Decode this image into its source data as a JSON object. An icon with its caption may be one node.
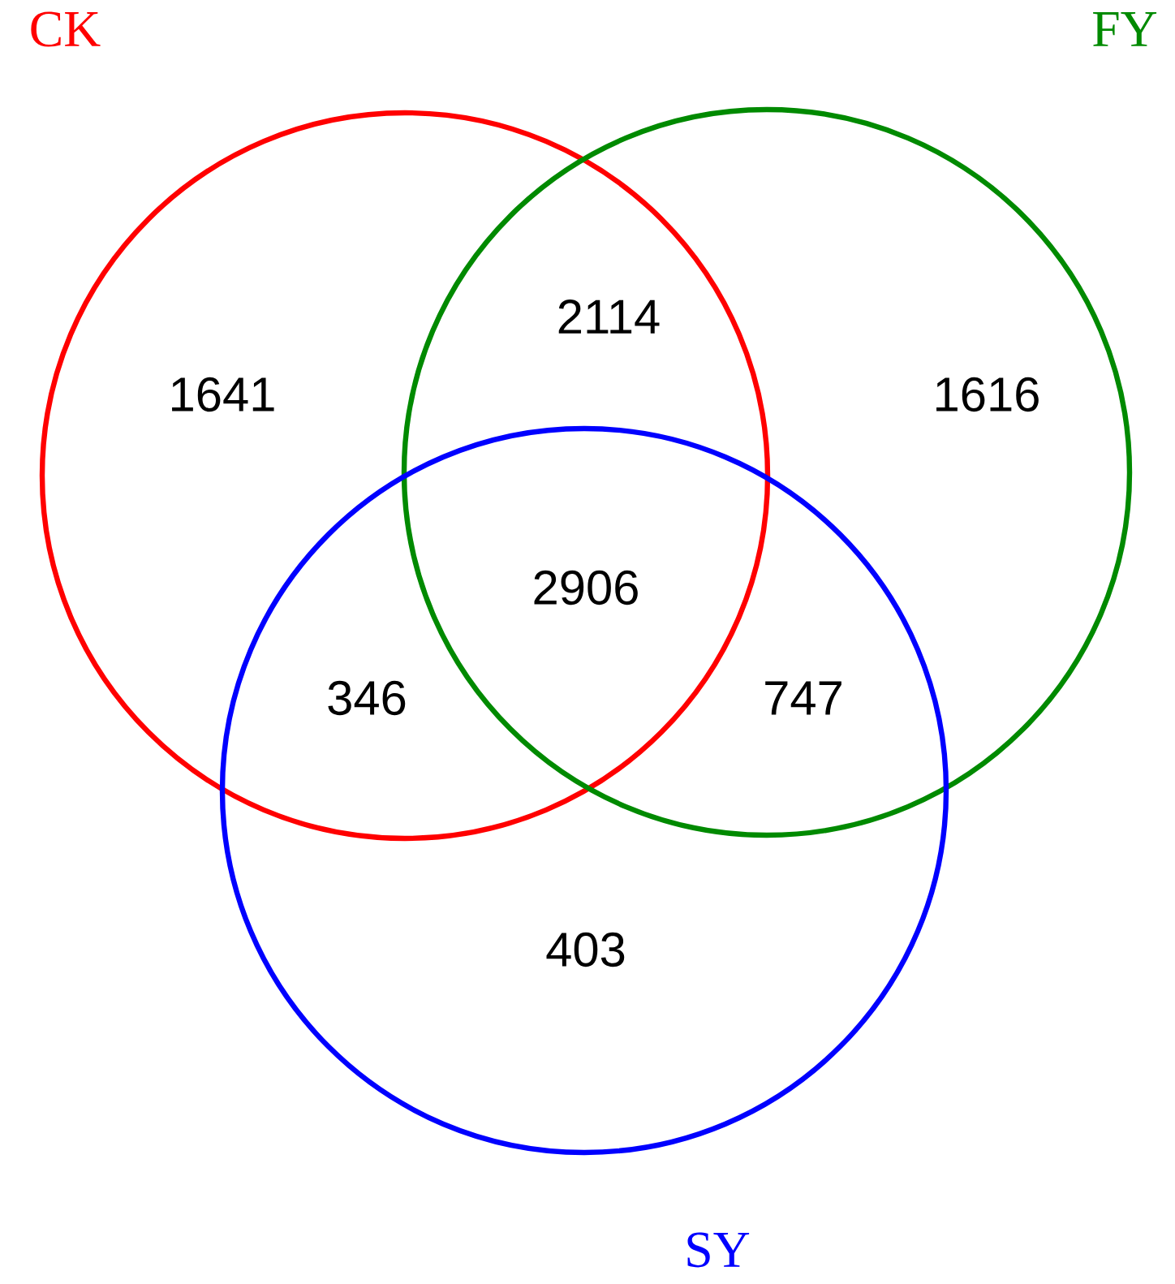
{
  "diagram": {
    "nodes": [
      {
        "text": [
          "CK"
        ]
      },
      {
        "text": [
          "FY"
        ]
      },
      {
        "text": [
          "SY"
        ]
      }
    ],
    "labels": [
      "2114",
      "1641",
      "1616",
      "2906",
      "346",
      "747",
      "403"
    ]
  }
}
